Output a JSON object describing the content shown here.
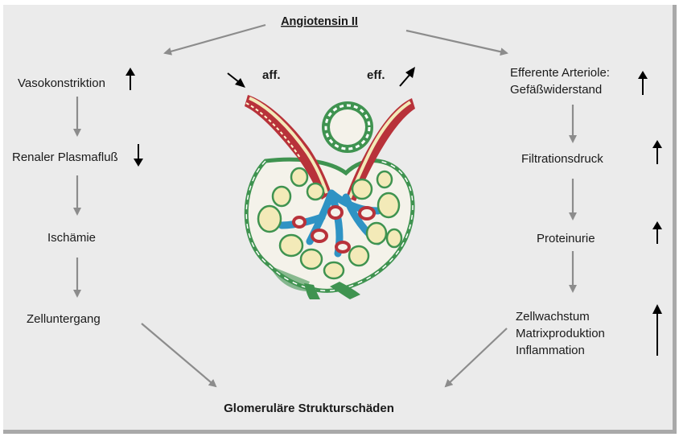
{
  "title": "Angiotensin II",
  "left_chain": [
    "Vasokonstriktion",
    "Renaler Plasmafluß",
    "Ischämie",
    "Zelluntergang"
  ],
  "right_chain": {
    "efferent": [
      "Efferente Arteriole:",
      "Gefäßwiderstand"
    ],
    "filtration": "Filtrationsdruck",
    "proteinuria": "Proteinurie",
    "growth": [
      "Zellwachstum",
      "Matrixproduktion",
      "Inflammation"
    ]
  },
  "outcome": "Glomeruläre Strukturschäden",
  "vessel_labels": {
    "afferent": "aff.",
    "efferent": "eff."
  },
  "trends": {
    "vasokonstriktion": "up",
    "plasmafluss": "down",
    "gefaesswiderstand": "up",
    "filtrationsdruck": "up",
    "proteinurie": "up",
    "zellwachstum": "up"
  },
  "colors": {
    "flow_arrow": "#8c8c8c",
    "artery_red": "#b8323a",
    "capillary_blue": "#2f93c4",
    "tubule_green": "#3f9350",
    "cell_yellow": "#f3eab8"
  }
}
